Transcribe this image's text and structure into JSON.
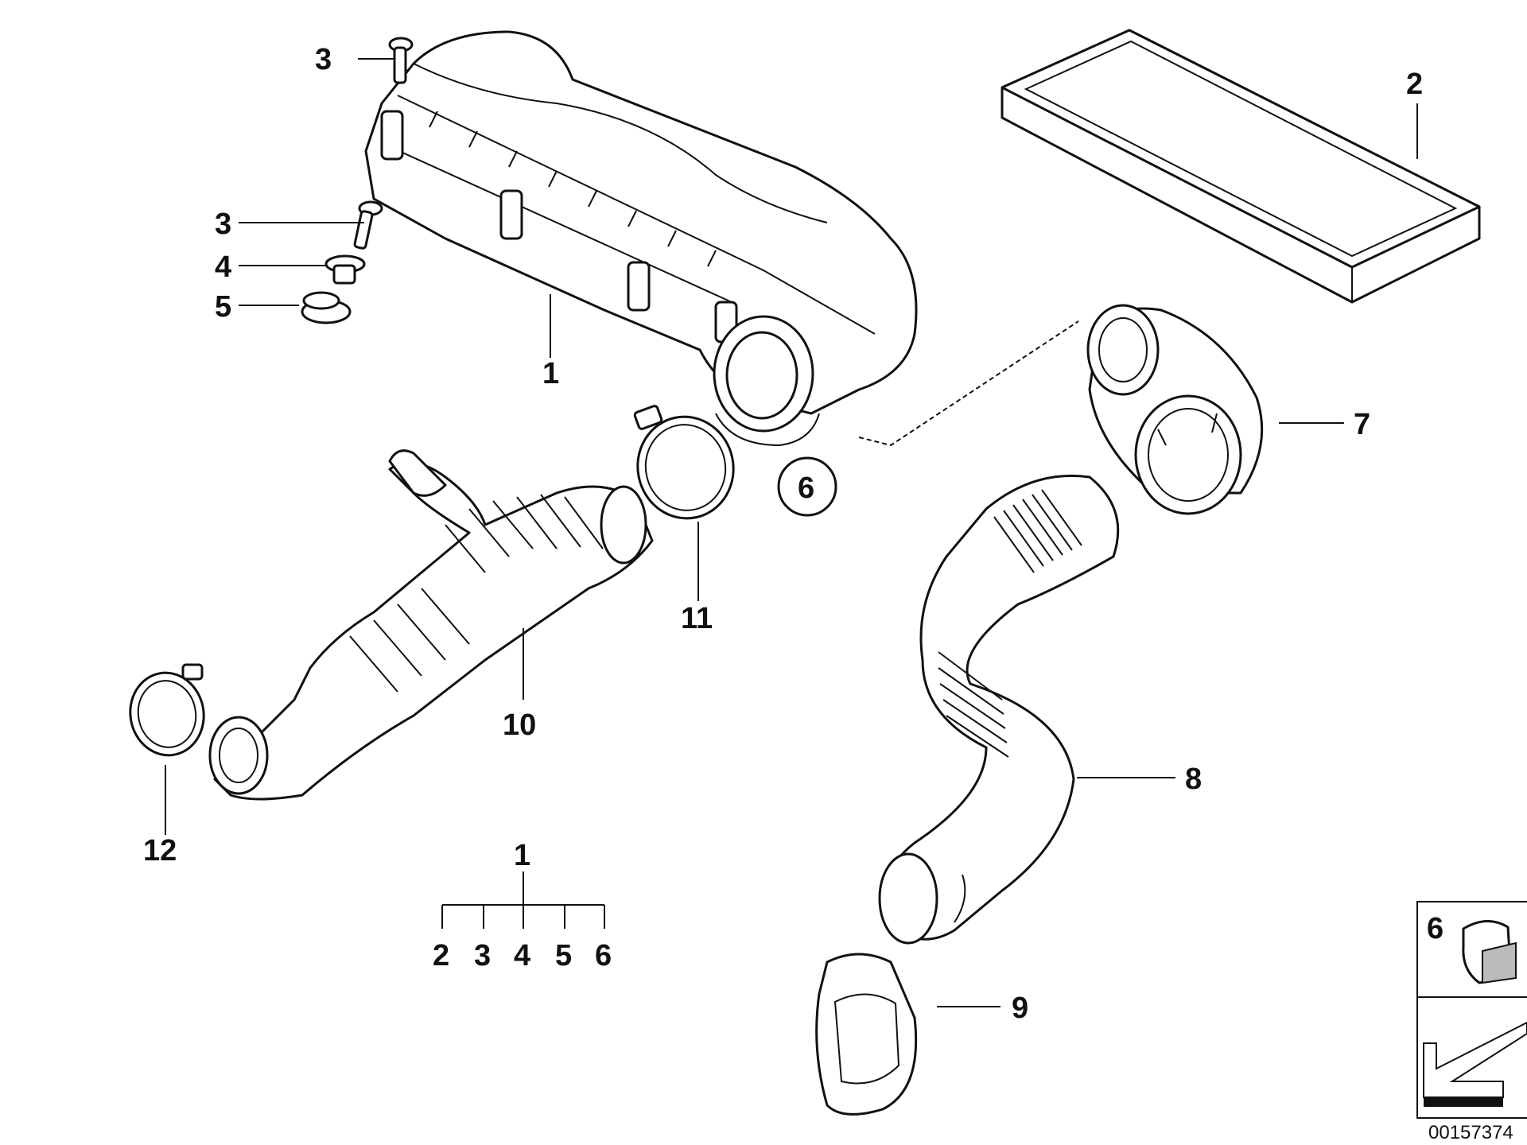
{
  "callouts": {
    "c1_top": "1",
    "c2": "2",
    "c3_top": "3",
    "c3_mid": "3",
    "c4": "4",
    "c5": "5",
    "c6": "6",
    "c7": "7",
    "c8": "8",
    "c9": "9",
    "c10": "10",
    "c11": "11",
    "c12": "12"
  },
  "kit_tree": {
    "root": "1",
    "children": [
      "2",
      "3",
      "4",
      "5",
      "6"
    ]
  },
  "inset": {
    "label": "6"
  },
  "diagram_id": "00157374"
}
